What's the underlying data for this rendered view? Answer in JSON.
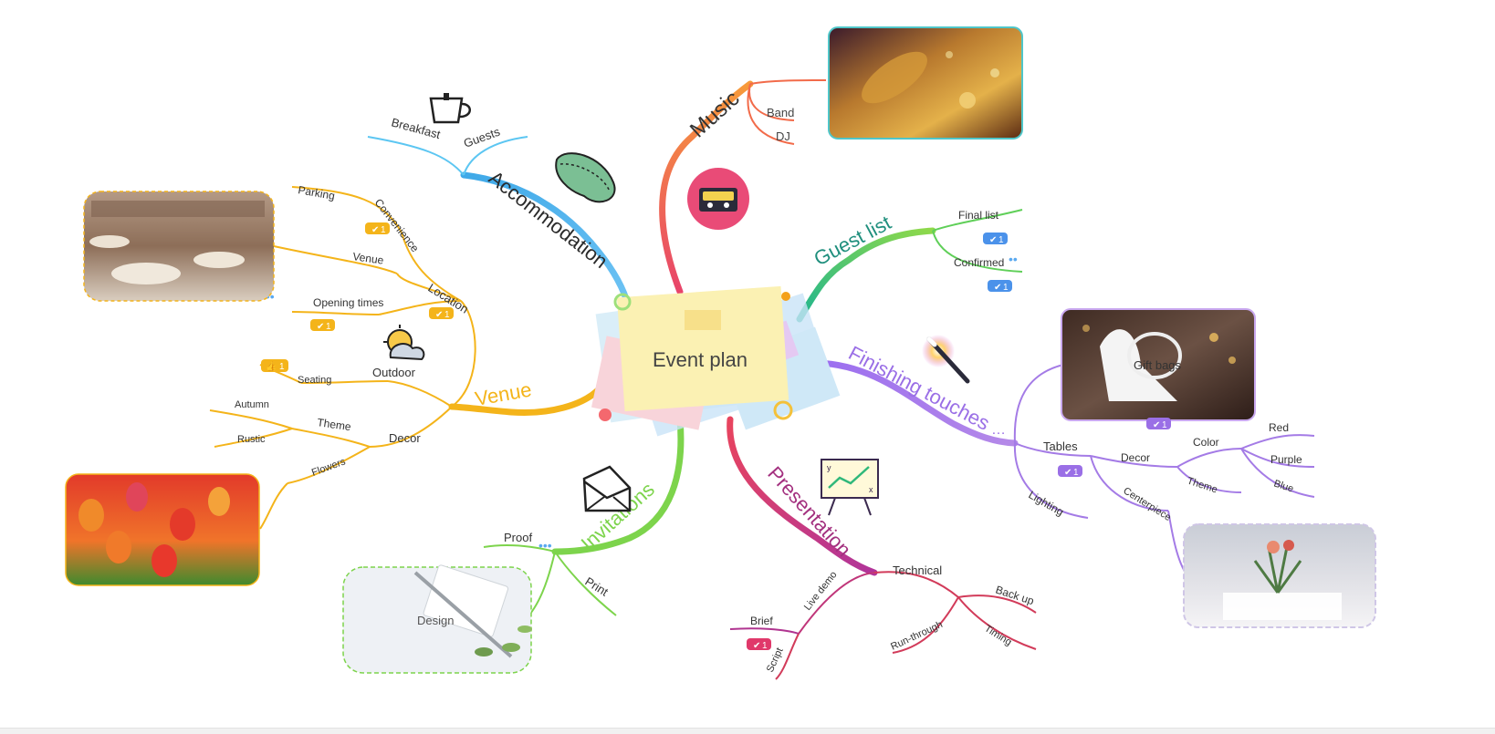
{
  "center": {
    "label": "Event plan"
  },
  "colors": {
    "music": "#f26b4a",
    "guest_list": "#2fb87a",
    "finishing": "#a47be6",
    "presentation": "#e0386a",
    "invitations": "#7bd34e",
    "venue": "#f4b41a",
    "accommodation": "#5cc6f2"
  },
  "icons": [
    "coffee-cup-icon",
    "sleep-mask-icon",
    "cassette-icon",
    "weather-icon",
    "magic-wand-icon",
    "envelope-icon",
    "chart-board-icon"
  ],
  "branches": {
    "music": {
      "label": "Music",
      "items": [
        "Band",
        "DJ"
      ]
    },
    "guest_list": {
      "label": "Guest list",
      "items": [
        "Final list",
        "Confirmed"
      ],
      "badges": [
        "1",
        "1"
      ]
    },
    "finishing": {
      "label": "Finishing touches",
      "image_caption": "Gift bags",
      "image_badge": "1",
      "tables": "Tables",
      "tables_badge": "1",
      "decor": "Decor",
      "color": "Color",
      "colors": [
        "Red",
        "Purple",
        "Blue"
      ],
      "theme": "Theme",
      "centerpiece": "Centerpiece",
      "lighting": "Lighting"
    },
    "presentation": {
      "label": "Presentation",
      "technical": "Technical",
      "back_up": "Back up",
      "timing": "Timing",
      "run_through": "Run-through",
      "live_demo": "Live demo",
      "brief": "Brief",
      "brief_badge": "1",
      "script": "Script"
    },
    "invitations": {
      "label": "Invitations",
      "proof": "Proof",
      "print": "Print",
      "design": "Design"
    },
    "venue": {
      "label": "Venue",
      "location": "Location",
      "location_badge": "1",
      "convenience": "Convenience",
      "convenience_badge": "1",
      "parking": "Parking",
      "venue": "Venue",
      "opening_times": "Opening times",
      "opening_badge": "1",
      "outdoor": "Outdoor",
      "seating": "Seating",
      "seating_badge": "1",
      "decor": "Decor",
      "theme": "Theme",
      "autumn": "Autumn",
      "rustic": "Rustic",
      "flowers": "Flowers"
    },
    "accommodation": {
      "label": "Accommodation",
      "breakfast": "Breakfast",
      "guests": "Guests"
    }
  }
}
